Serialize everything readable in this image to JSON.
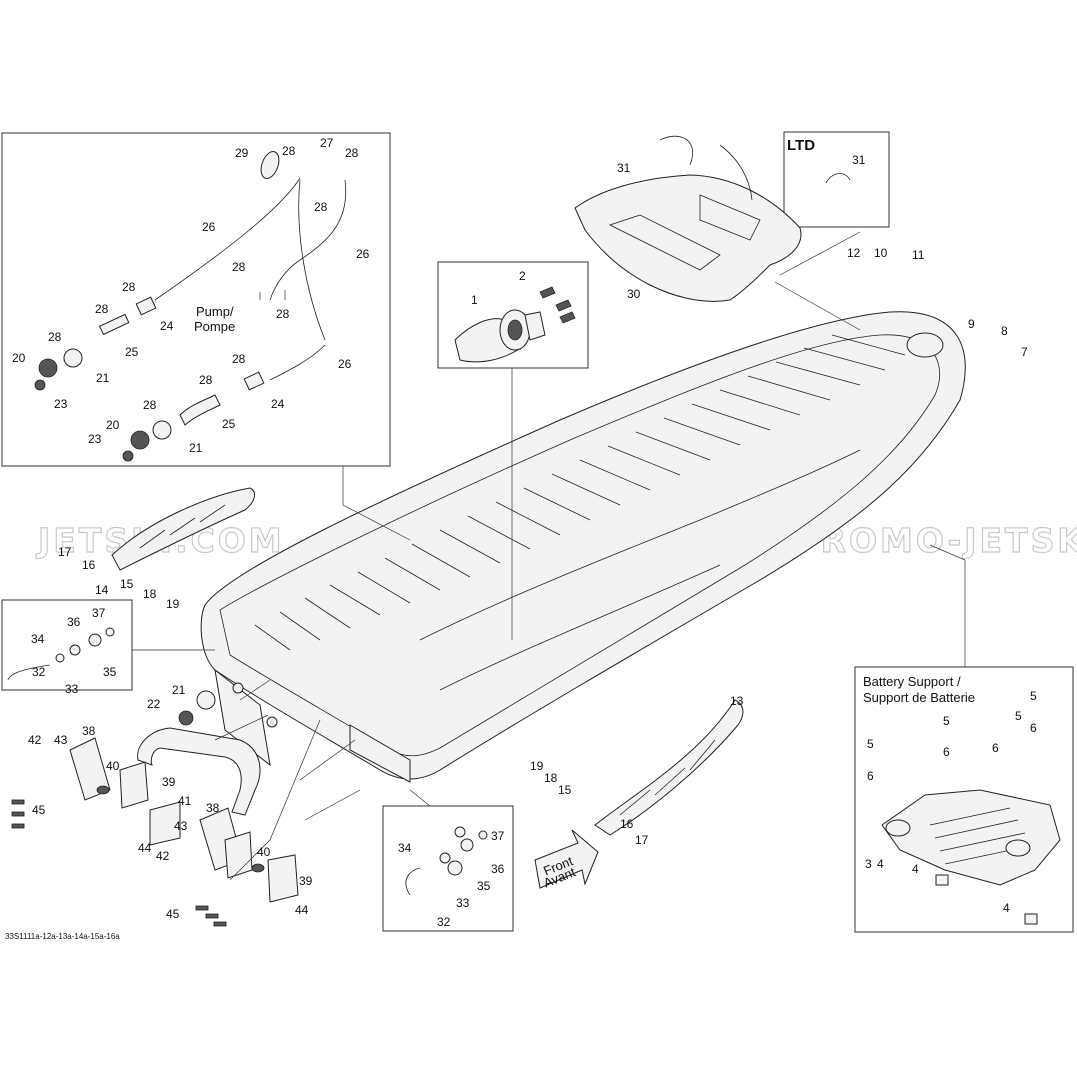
{
  "watermark": "JETSKI.COM - PROMO-JETSKI.COM - PROMO-JETSKI.COM",
  "ref_code": "33S1111a-12a-13a-14a-15a-16a",
  "boxes": {
    "ltd_title": "LTD",
    "pump_label_1": "Pump/",
    "pump_label_2": "Pompe",
    "battery_title_1": "Battery Support /",
    "battery_title_2": "Support de Batterie",
    "front_1": "Front",
    "front_2": "Avant"
  },
  "callouts": {
    "c29": "29",
    "c28a": "28",
    "c27": "27",
    "c28b": "28",
    "c28c": "28",
    "c26a": "26",
    "c26b": "26",
    "c28d": "28",
    "c28e": "28",
    "c28f": "28",
    "c24a": "24",
    "c28g": "28",
    "c25a": "25",
    "c20a": "20",
    "c21a": "21",
    "c23a": "23",
    "c26c": "26",
    "c28h": "28",
    "c28i": "28",
    "c24b": "24",
    "c28j": "28",
    "c25b": "25",
    "c20b": "20",
    "c23b": "23",
    "c21b": "21",
    "c31a": "31",
    "c31b": "31",
    "c30": "30",
    "c2": "2",
    "c1": "1",
    "c12": "12",
    "c10": "10",
    "c11": "11",
    "c9": "9",
    "c8": "8",
    "c7": "7",
    "c17a": "17",
    "c16a": "16",
    "c14": "14",
    "c15a": "15",
    "c18a": "18",
    "c19a": "19",
    "c37a": "37",
    "c36a": "36",
    "c34a": "34",
    "c35a": "35",
    "c33a": "33",
    "c32a": "32",
    "c21c": "21",
    "c22": "22",
    "c13": "13",
    "c42a": "42",
    "c43a": "43",
    "c38a": "38",
    "c40a": "40",
    "c39a": "39",
    "c41": "41",
    "c45a": "45",
    "c38b": "38",
    "c43b": "43",
    "c44a": "44",
    "c42b": "42",
    "c40b": "40",
    "c39b": "39",
    "c44b": "44",
    "c45b": "45",
    "c19b": "19",
    "c18b": "18",
    "c15b": "15",
    "c16b": "16",
    "c17b": "17",
    "c34b": "34",
    "c37b": "37",
    "c36b": "36",
    "c35b": "35",
    "c33b": "33",
    "c32b": "32",
    "c5a": "5",
    "c5b": "5",
    "c5c": "5",
    "c5d": "5",
    "c6a": "6",
    "c6b": "6",
    "c6c": "6",
    "c6d": "6",
    "c3": "3",
    "c4a": "4",
    "c4b": "4",
    "c4c": "4"
  }
}
